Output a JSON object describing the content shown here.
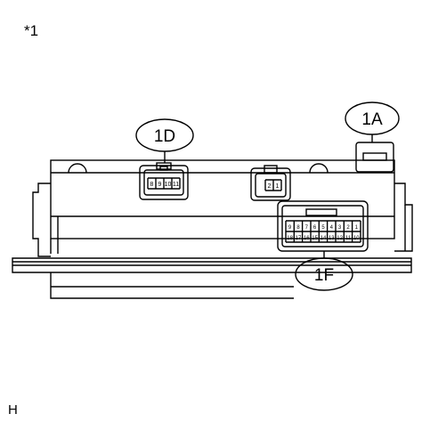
{
  "page": {
    "corner_label": "*1",
    "footer_label": "H"
  },
  "connectors": [
    {
      "id": "1A",
      "label": "1A"
    },
    {
      "id": "1D",
      "label": "1D",
      "pins": [
        "8",
        "9",
        "10",
        "11"
      ]
    },
    {
      "id": "1F",
      "label": "1F",
      "pins_top": [
        "9",
        "8",
        "7",
        "6",
        "5",
        "4",
        "3",
        "2",
        "1"
      ],
      "pins_bottom": [
        "18",
        "17",
        "16",
        "15",
        "14",
        "13",
        "12",
        "11",
        "10"
      ]
    },
    {
      "id": "small",
      "pins": [
        "2",
        "1"
      ]
    }
  ],
  "colors": {
    "line": "#000000",
    "background": "#ffffff"
  }
}
